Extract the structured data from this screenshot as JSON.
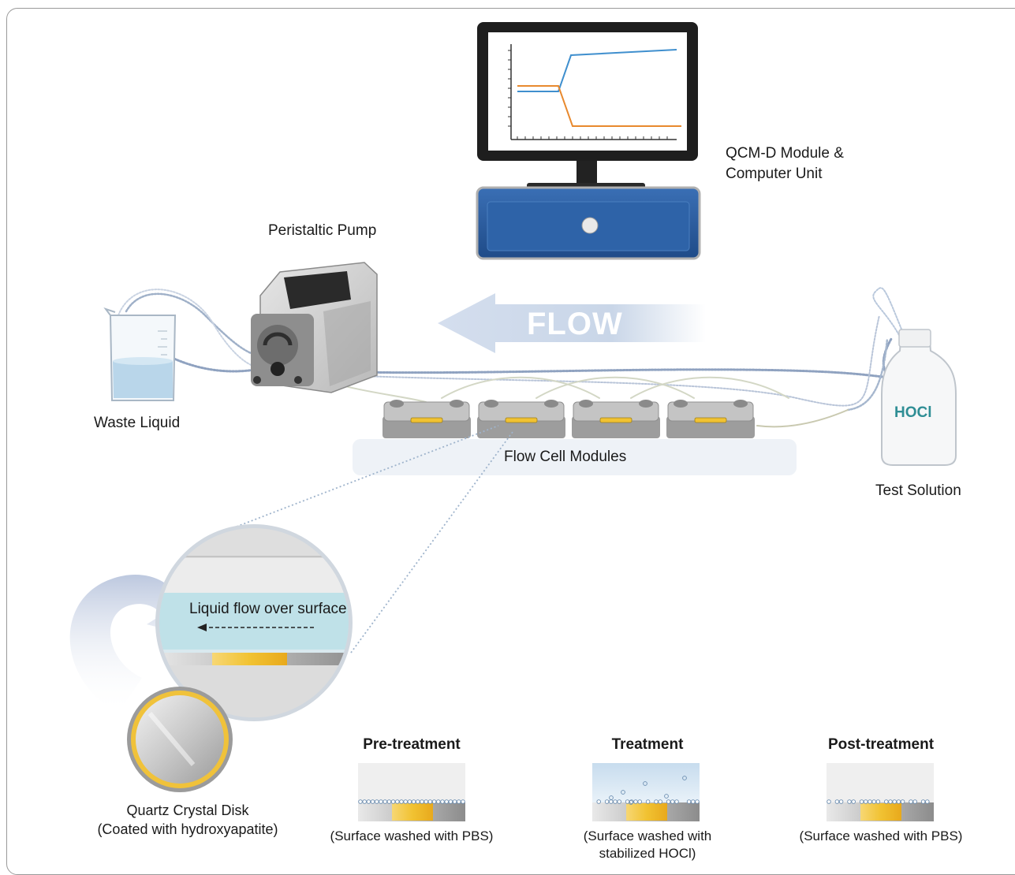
{
  "labels": {
    "qcm_line1": "QCM-D Module &",
    "qcm_line2": "Computer Unit",
    "pump": "Peristaltic Pump",
    "waste": "Waste Liquid",
    "flow_word": "FLOW",
    "hocl_bottle": "HOCl",
    "test_solution": "Test Solution",
    "flow_cells": "Flow Cell Modules",
    "liquid_flow": "Liquid flow over surface",
    "disk_line1": "Quartz Crystal Disk",
    "disk_line2": "(Coated with hydroxyapatite)"
  },
  "stages": [
    {
      "title": "Pre-treatment",
      "caption1": "(Surface washed with PBS)",
      "caption2": ""
    },
    {
      "title": "Treatment",
      "caption1": "(Surface washed with",
      "caption2": "stabilized HOCl)"
    },
    {
      "title": "Post-treatment",
      "caption1": "(Surface washed with PBS)",
      "caption2": ""
    }
  ],
  "colors": {
    "monitor_blue": "#2b5fa3",
    "trace_blue": "#3f8fce",
    "trace_orange": "#e8892e",
    "coating_gold": "#f1c232",
    "flow_arrow": "#c9d6e8"
  }
}
